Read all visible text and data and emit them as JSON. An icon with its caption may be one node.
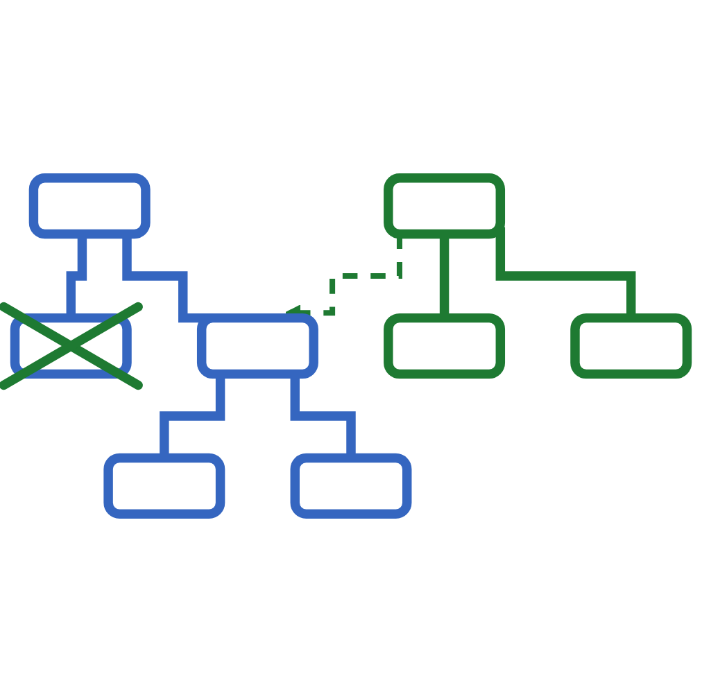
{
  "diagram": {
    "nodes": [
      {
        "text": [],
        "shape": "box"
      },
      {
        "text": [],
        "shape": "box"
      },
      {
        "text": [],
        "shape": "box"
      },
      {
        "text": [],
        "shape": "box"
      },
      {
        "text": [],
        "shape": "box"
      },
      {
        "text": [],
        "shape": "box"
      },
      {
        "text": [],
        "shape": "box"
      },
      {
        "text": [],
        "shape": "box"
      }
    ],
    "edges": [
      {
        "from": 0,
        "to": 1,
        "arrow": "none"
      },
      {
        "from": 0,
        "to": 2,
        "arrow": "none"
      },
      {
        "from": 2,
        "to": 3,
        "arrow": "none"
      },
      {
        "from": 2,
        "to": 4,
        "arrow": "none"
      },
      {
        "from": 5,
        "to": 6,
        "arrow": "none",
        "color": "#1e7a32"
      },
      {
        "from": 5,
        "to": 7,
        "arrow": "none",
        "color": "#1e7a32"
      },
      {
        "from": 5,
        "to": 2,
        "arrow": "to",
        "style": "dashed",
        "color": "#1e7a32"
      }
    ]
  }
}
